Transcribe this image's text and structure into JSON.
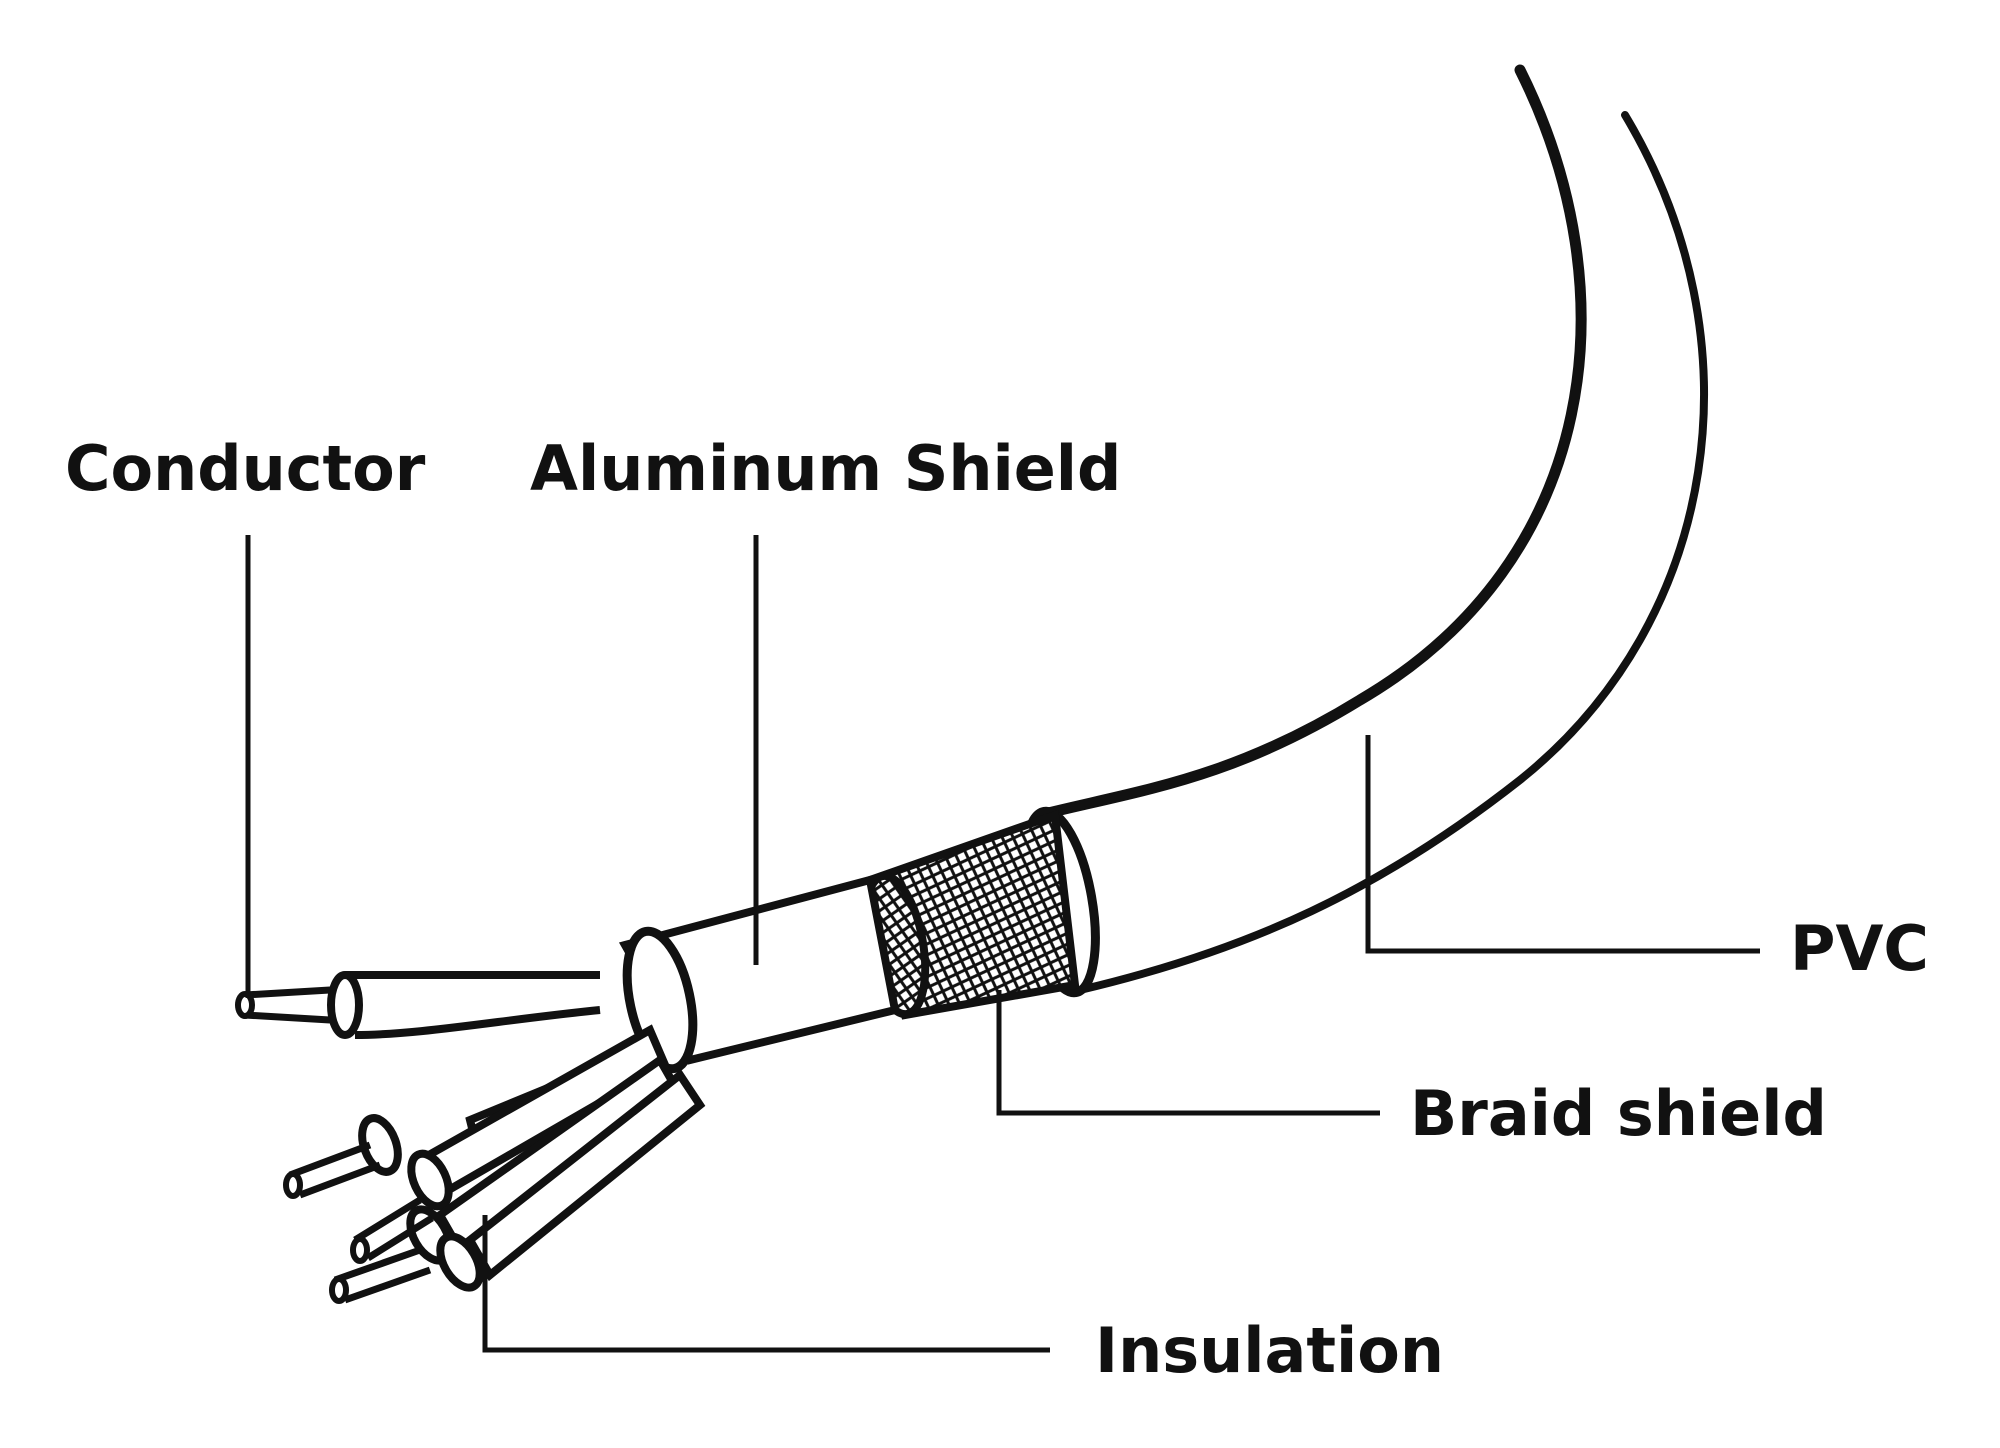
{
  "diagram": {
    "labels": {
      "conductor": "Conductor",
      "aluminum_shield": "Aluminum Shield",
      "pvc": "PVC",
      "braid_shield": "Braid shield",
      "insulation": "Insulation"
    },
    "colors": {
      "ink": "#111111",
      "background": "#ffffff"
    }
  }
}
